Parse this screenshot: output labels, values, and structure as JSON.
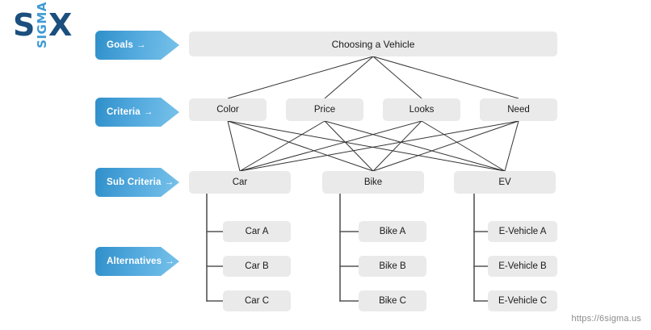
{
  "brand": {
    "logo_s": "S",
    "logo_x": "X",
    "logo_sigma": "SIGMA",
    "accent_blue": "#3e9ad4",
    "dark_blue": "#1b4f7e"
  },
  "watermark": "https://6sigma.us",
  "colors": {
    "node_fill": "#eaeaea",
    "line": "#333333",
    "tree_line": "#555555",
    "label_gradient_from": "#2f8fc9",
    "label_gradient_to": "#78c2ea"
  },
  "stages": [
    {
      "label": "Goals",
      "arrow": "→"
    },
    {
      "label": "Criteria",
      "arrow": "→"
    },
    {
      "label": "Sub Criteria",
      "arrow": "→"
    },
    {
      "label": "Alternatives",
      "arrow": "→"
    }
  ],
  "goal": {
    "label": "Choosing a Vehicle"
  },
  "criteria": [
    {
      "label": "Color"
    },
    {
      "label": "Price"
    },
    {
      "label": "Looks"
    },
    {
      "label": "Need"
    }
  ],
  "sub_criteria": [
    {
      "label": "Car"
    },
    {
      "label": "Bike"
    },
    {
      "label": "EV"
    }
  ],
  "alternatives": [
    {
      "parent": "Car",
      "items": [
        "Car A",
        "Car B",
        "Car C"
      ]
    },
    {
      "parent": "Bike",
      "items": [
        "Bike A",
        "Bike B",
        "Bike C"
      ]
    },
    {
      "parent": "EV",
      "items": [
        "E-Vehicle A",
        "E-Vehicle B",
        "E-Vehicle C"
      ]
    }
  ]
}
